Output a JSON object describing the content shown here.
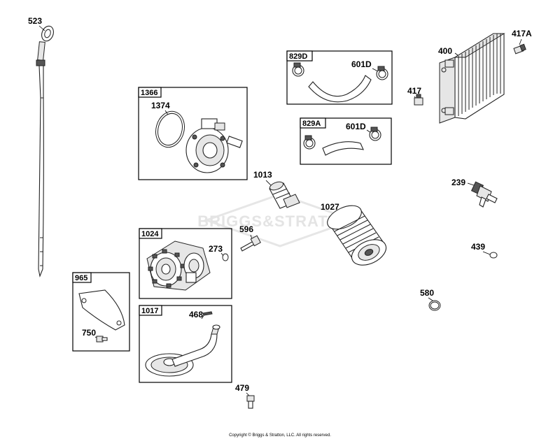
{
  "watermark": "BRIGGS&STRATTON",
  "copyright": "Copyright © Briggs & Stratton, LLC. All rights reserved.",
  "parts": {
    "p523": "523",
    "p1366": "1366",
    "p1374": "1374",
    "p829D": "829D",
    "p601D_top": "601D",
    "p829A": "829A",
    "p601D_bottom": "601D",
    "p400": "400",
    "p417A": "417A",
    "p417": "417",
    "p1013": "1013",
    "p239": "239",
    "p1027": "1027",
    "p1024": "1024",
    "p596": "596",
    "p273": "273",
    "p439": "439",
    "p965": "965",
    "p750": "750",
    "p1017": "1017",
    "p468": "468",
    "p580": "580",
    "p479": "479"
  }
}
